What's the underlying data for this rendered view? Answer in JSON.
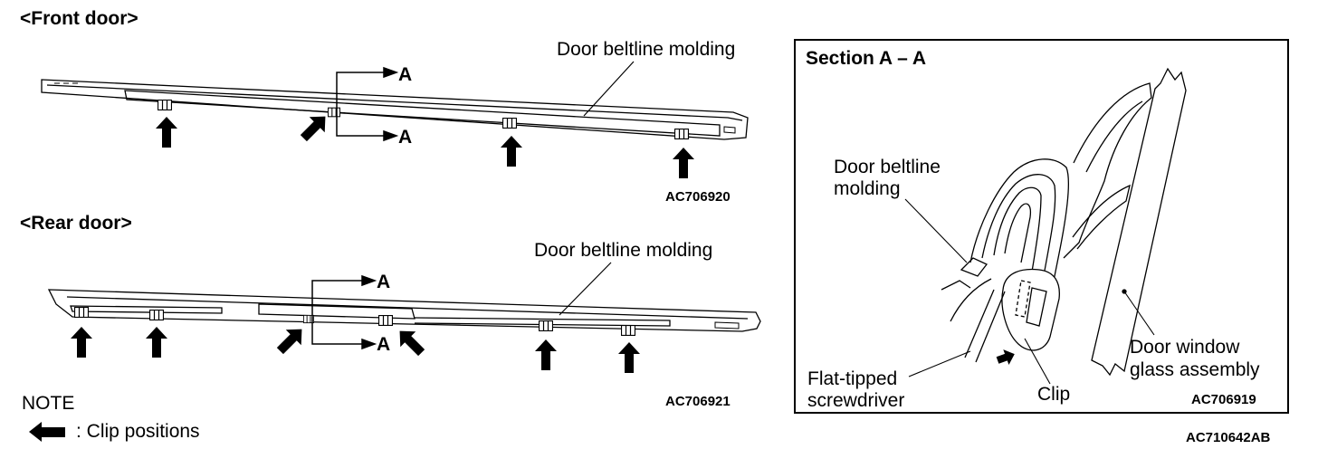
{
  "front": {
    "heading": "<Front door>",
    "molding_label": "Door beltline molding",
    "section_mark_top": "A",
    "section_mark_bottom": "A",
    "code": "AC706920"
  },
  "rear": {
    "heading": "<Rear door>",
    "molding_label": "Door beltline molding",
    "section_mark_top": "A",
    "section_mark_bottom": "A",
    "code": "AC706921"
  },
  "section": {
    "title": "Section A – A",
    "molding_label_line1": "Door beltline",
    "molding_label_line2": "molding",
    "screwdriver_line1": "Flat-tipped",
    "screwdriver_line2": "screwdriver",
    "clip_label": "Clip",
    "glass_line1": "Door window",
    "glass_line2": "glass assembly",
    "code": "AC706919"
  },
  "note": {
    "title": "NOTE",
    "legend_icon": "arrow-left-icon",
    "legend_text": ": Clip positions"
  },
  "figure_code": "AC710642AB"
}
